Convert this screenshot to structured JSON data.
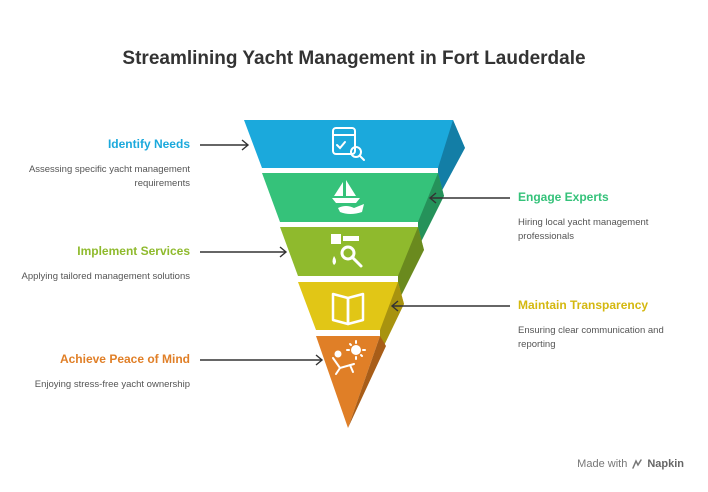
{
  "title": "Streamlining Yacht Management in Fort Lauderdale",
  "steps": [
    {
      "label": "Identify Needs",
      "description": "Assessing specific yacht management requirements",
      "color": "#1ba9dc",
      "icon": "checklist-search-icon"
    },
    {
      "label": "Engage Experts",
      "description": "Hiring local yacht management professionals",
      "color": "#35c27a",
      "icon": "yacht-hand-icon"
    },
    {
      "label": "Implement Services",
      "description": "Applying tailored management solutions",
      "color": "#8fba2d",
      "icon": "tools-icon"
    },
    {
      "label": "Maintain Transparency",
      "description": "Ensuring clear communication and reporting",
      "color": "#e1c616",
      "icon": "open-book-icon"
    },
    {
      "label": "Achieve Peace of Mind",
      "description": "Enjoying stress-free yacht ownership",
      "color": "#e07f27",
      "icon": "relax-sun-icon"
    }
  ],
  "footer": {
    "made_with": "Made with",
    "brand": "Napkin"
  }
}
